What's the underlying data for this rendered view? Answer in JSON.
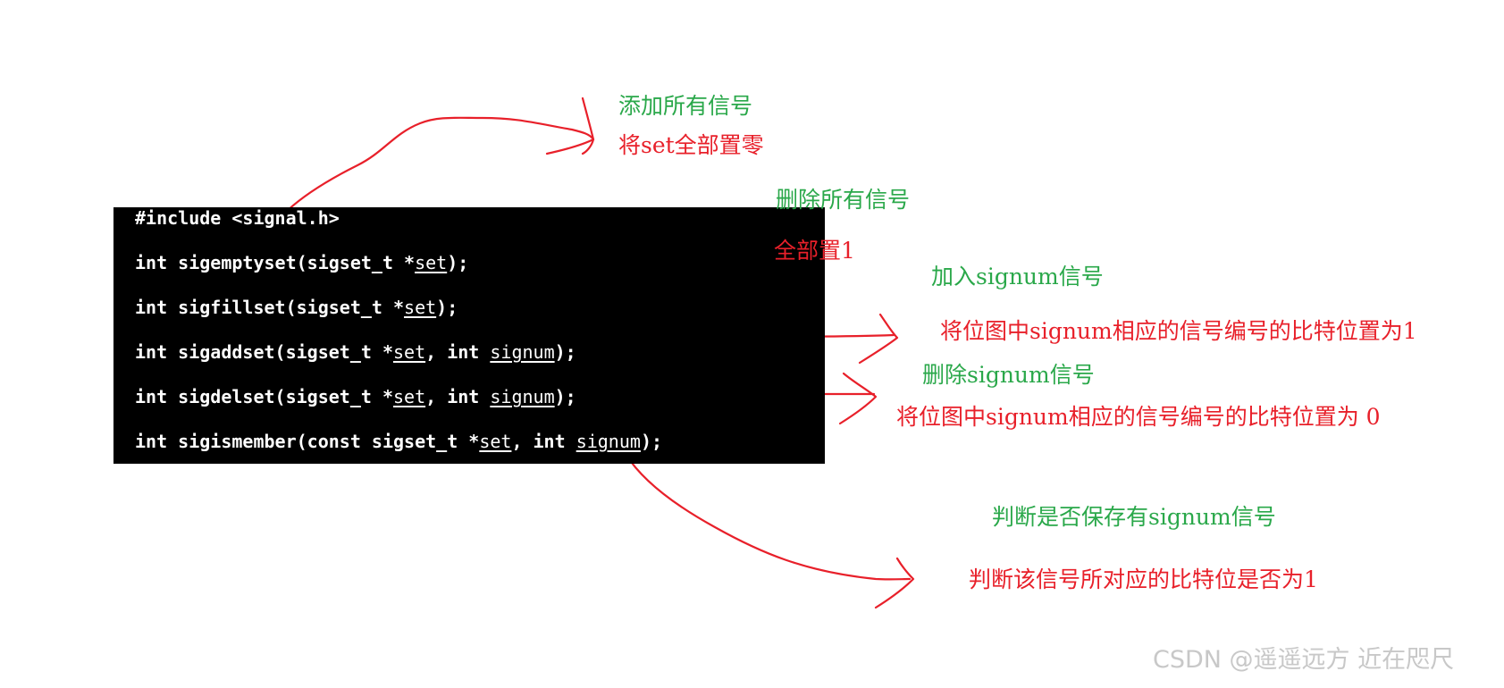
{
  "code": {
    "include": "#include <signal.h>",
    "line1": {
      "pre": "int sigemptyset(sigset_t *",
      "p1": "set",
      "post": ");"
    },
    "line2": {
      "pre": "int sigfillset(sigset_t *",
      "p1": "set",
      "post": ");"
    },
    "line3": {
      "pre": "int sigaddset(sigset_t *",
      "p1": "set",
      "mid": ", int ",
      "p2": "signum",
      "post": ");"
    },
    "line4": {
      "pre": "int sigdelset(sigset_t *",
      "p1": "set",
      "mid": ", int ",
      "p2": "signum",
      "post": ");"
    },
    "line5": {
      "pre": "int sigismember(const sigset_t *",
      "p1": "set",
      "mid": ", int ",
      "p2": "signum",
      "post": ");"
    }
  },
  "annotations": {
    "emptyset": {
      "summary": "添加所有信号",
      "detail": "将set全部置零"
    },
    "fillset": {
      "summary": "删除所有信号",
      "detail": "全部置1"
    },
    "addset": {
      "summary": "加入signum信号",
      "detail": "将位图中signum相应的信号编号的比特位置为1"
    },
    "delset": {
      "summary": "删除signum信号",
      "detail": "将位图中signum相应的信号编号的比特位置为 0"
    },
    "ismember": {
      "summary": "判断是否保存有signum信号",
      "detail": "判断该信号所对应的比特位是否为1"
    }
  },
  "watermark": "CSDN @遥遥远方 近在咫尺",
  "colors": {
    "code_bg": "#000000",
    "code_text": "#ffffff",
    "summary_text": "#2aa84a",
    "detail_text": "#e8202a",
    "arrow": "#e8202a",
    "watermark": "#c8c8c8"
  }
}
